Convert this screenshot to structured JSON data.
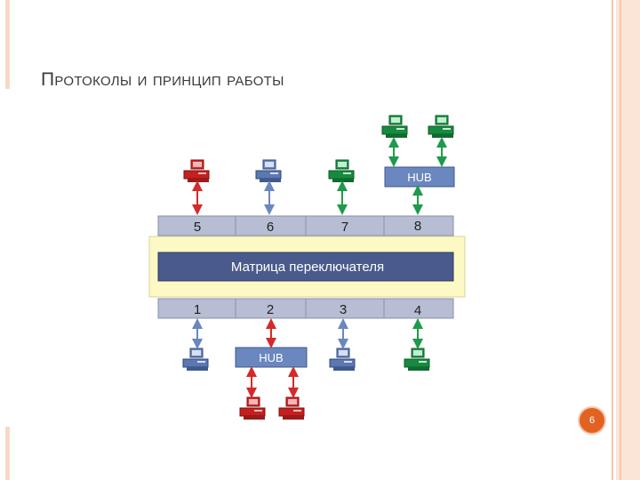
{
  "title": "Протоколы и принцип работы",
  "page_number": "6",
  "matrix_label": "Матрица переключателя",
  "hub_label": "HUB",
  "ports_top": [
    "5",
    "6",
    "7",
    "8"
  ],
  "ports_bottom": [
    "1",
    "2",
    "3",
    "4"
  ],
  "colors": {
    "red": "#d42a2a",
    "blue": "#6a87bf",
    "green": "#1f9a4b",
    "matrix": "#4a5a8c",
    "panel": "#fdf9c4",
    "port_strip": "#b7bdd3",
    "accent": "#e26321"
  }
}
